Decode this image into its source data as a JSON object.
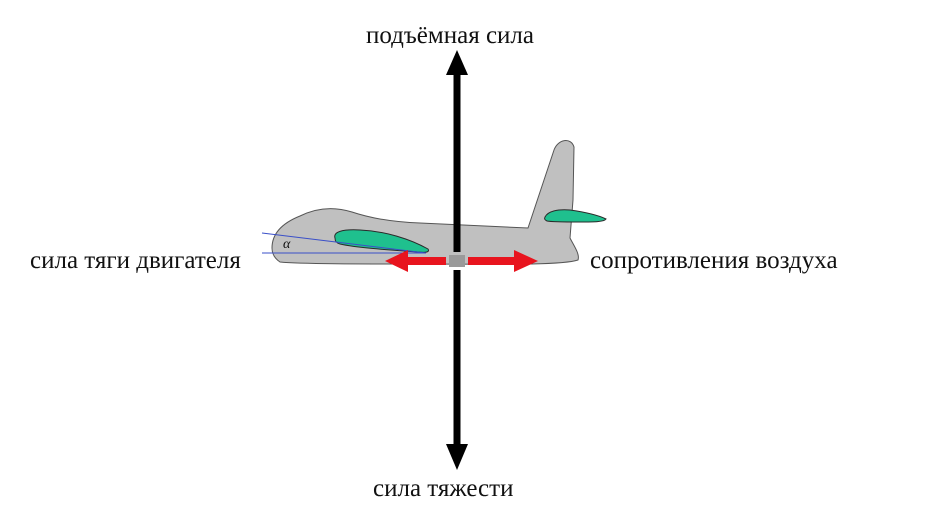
{
  "labels": {
    "lift": "подъёмная сила",
    "thrust": "сила тяги двигателя",
    "drag": "сопротивления воздуха",
    "gravity": "сила тяжести",
    "angle": "α"
  },
  "colors": {
    "fuselage": "#c0c0c0",
    "wing": "#1fc08e",
    "force_horizontal": "#e8141e",
    "force_vertical": "#000000",
    "angle_lines": "#3a4fc8"
  }
}
